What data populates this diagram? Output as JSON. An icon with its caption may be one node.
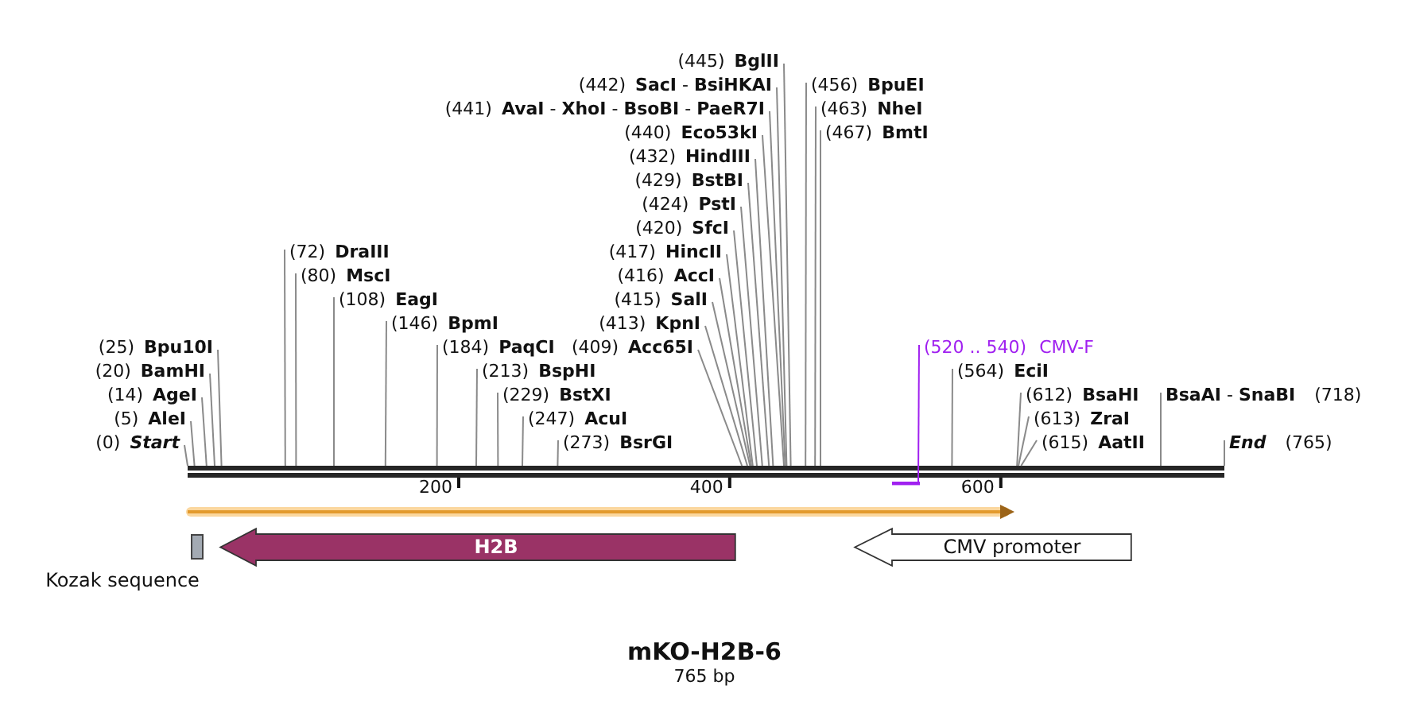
{
  "diagram": {
    "title": "mKO-H2B-6",
    "caption": "765 bp",
    "nodes": [
      {
        "text": [
          "(445)",
          "BglII"
        ]
      },
      {
        "text": [
          "(442)",
          "**SacI** - **BsiHKAI**"
        ]
      },
      {
        "text": [
          "(441)",
          "**AvaI** - **XhoI** - **BsoBI** - **PaeR7I**"
        ]
      },
      {
        "text": [
          "(440)",
          "Eco53kI"
        ]
      },
      {
        "text": [
          "(432)",
          "HindIII"
        ]
      },
      {
        "text": [
          "(429)",
          "BstBI"
        ]
      },
      {
        "text": [
          "(424)",
          "PstI"
        ]
      },
      {
        "text": [
          "(420)",
          "SfcI"
        ]
      },
      {
        "text": [
          "(417)",
          "HincII"
        ]
      },
      {
        "text": [
          "(80)",
          "MscI"
        ]
      },
      {
        "text": [
          "(416)",
          "AccI"
        ]
      },
      {
        "text": [
          "(72)",
          "DraIII"
        ]
      },
      {
        "text": [
          "(229)",
          "BstXI"
        ]
      },
      {
        "text": [
          "(415)",
          "SalI"
        ]
      },
      {
        "text": [
          "(564)",
          "EciI"
        ]
      },
      {
        "text": [
          "(213)",
          "BspHI"
        ]
      },
      {
        "text": [
          "(25)",
          "Bpu10I"
        ]
      },
      {
        "text": [
          "(413)",
          "KpnI"
        ]
      },
      {
        "text": [
          "(520 .. 540)",
          "CMV-F"
        ]
      },
      {
        "text": [
          "(20)",
          "BamHI"
        ]
      },
      {
        "text": [
          "(184)",
          "PaqCI"
        ]
      },
      {
        "text": [
          "(409)",
          "Acc65I"
        ]
      },
      {
        "text": [
          "(14)",
          "AgeI"
        ]
      },
      {
        "text": [
          "(467)",
          "BmtI"
        ]
      },
      {
        "text": [
          "(615)",
          "AatII"
        ]
      },
      {
        "text": [
          "(146)",
          "BpmI"
        ]
      },
      {
        "text": [
          "(273)",
          "BsrGI"
        ]
      },
      {
        "text": [
          "**BsaAI** - **SnaBI**",
          "(718)"
        ]
      },
      {
        "text": [
          "(5)",
          "AleI"
        ]
      },
      {
        "text": [
          "(463)",
          "NheI"
        ]
      },
      {
        "text": [
          "(613)",
          "ZraI"
        ]
      },
      {
        "text": [
          "(0)",
          "Start"
        ]
      },
      {
        "text": [
          "(108)",
          "EagI"
        ]
      },
      {
        "text": [
          "(247)",
          "AcuI"
        ]
      },
      {
        "text": [
          "(456)",
          "BpuEI"
        ]
      },
      {
        "text": [
          "(612)",
          "BsaHI"
        ]
      },
      {
        "text": [
          "End",
          "(765)"
        ]
      },
      {
        "text": [],
        "shape": "line"
      },
      {
        "text": [],
        "shape": "bar"
      },
      {
        "text": [],
        "shape": "arrow"
      },
      {
        "text": [
          "Kozak sequence"
        ]
      },
      {
        "text": [
          "H2B"
        ]
      },
      {
        "text": [
          "CMV promoter"
        ]
      }
    ],
    "edges": [
      {
        "from": 0,
        "to": 37,
        "arrow": "none"
      },
      {
        "from": 1,
        "to": 37,
        "arrow": "none"
      },
      {
        "from": 2,
        "to": 37,
        "arrow": "none"
      },
      {
        "from": 3,
        "to": 37,
        "arrow": "none"
      },
      {
        "from": 4,
        "to": 37,
        "arrow": "none"
      },
      {
        "from": 5,
        "to": 37,
        "arrow": "none"
      },
      {
        "from": 6,
        "to": 37,
        "arrow": "none"
      },
      {
        "from": 7,
        "to": 37,
        "arrow": "none"
      },
      {
        "from": 8,
        "to": 37,
        "arrow": "none"
      },
      {
        "from": 9,
        "to": 37,
        "arrow": "none"
      },
      {
        "from": 10,
        "to": 37,
        "arrow": "none"
      },
      {
        "from": 11,
        "to": 37,
        "arrow": "none"
      },
      {
        "from": 12,
        "to": 37,
        "arrow": "none"
      },
      {
        "from": 13,
        "to": 37,
        "arrow": "none"
      },
      {
        "from": 14,
        "to": 37,
        "arrow": "none"
      },
      {
        "from": 15,
        "to": 37,
        "arrow": "none"
      },
      {
        "from": 16,
        "to": 37,
        "arrow": "none"
      },
      {
        "from": 17,
        "to": 37,
        "arrow": "none"
      },
      {
        "from": 18,
        "to": 38,
        "arrow": "none",
        "color": "#a020f0"
      },
      {
        "from": 19,
        "to": 37,
        "arrow": "none"
      },
      {
        "from": 20,
        "to": 37,
        "arrow": "none"
      },
      {
        "from": 21,
        "to": 37,
        "arrow": "none"
      },
      {
        "from": 22,
        "to": 37,
        "arrow": "none"
      },
      {
        "from": 23,
        "to": 37,
        "arrow": "none"
      },
      {
        "from": 24,
        "to": 37,
        "arrow": "none"
      },
      {
        "from": 25,
        "to": 37,
        "arrow": "none"
      },
      {
        "from": 26,
        "to": 37,
        "arrow": "none"
      },
      {
        "from": 27,
        "to": 37,
        "arrow": "none"
      },
      {
        "from": 28,
        "to": 37,
        "arrow": "none"
      },
      {
        "from": 29,
        "to": 37,
        "arrow": "none"
      },
      {
        "from": 30,
        "to": 37,
        "arrow": "none"
      },
      {
        "from": 31,
        "to": 37,
        "arrow": "none"
      },
      {
        "from": 32,
        "to": 37,
        "arrow": "none"
      },
      {
        "from": 33,
        "to": 37,
        "arrow": "none"
      },
      {
        "from": 34,
        "to": 37,
        "arrow": "none"
      },
      {
        "from": 35,
        "to": 37,
        "arrow": "none"
      },
      {
        "from": 36,
        "to": 37,
        "arrow": "none"
      }
    ],
    "labels": [
      "200",
      "400",
      "600"
    ]
  }
}
